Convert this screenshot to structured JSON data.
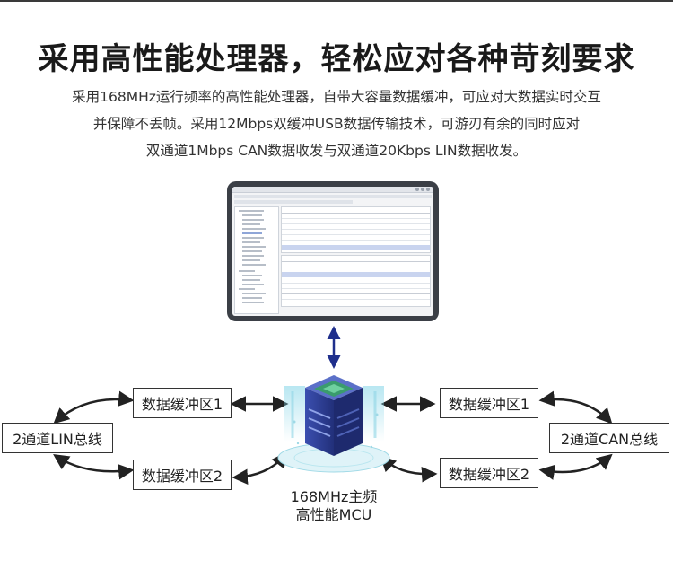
{
  "header": {
    "title": "采用高性能处理器，轻松应对各种苛刻要求",
    "lines": [
      "采用168MHz运行频率的高性能处理器，自带大容量数据缓冲，可应对大数据实时交互",
      "并保障不丢帧。采用12Mbps双缓冲USB数据传输技术，可游刃有余的同时应对",
      "双通道1Mbps CAN数据收发与双通道20Kbps LIN数据收发。"
    ]
  },
  "diagram": {
    "left_bus": "2通道LIN总线",
    "right_bus": "2通道CAN总线",
    "buffer1": "数据缓冲区1",
    "buffer2": "数据缓冲区2",
    "mcu_line1": "168MHz主频",
    "mcu_line2": "高性能MCU"
  },
  "colors": {
    "arrow": "#222222",
    "vertical_arrow": "#1f2f8c",
    "chip_top": "#3a9c6d",
    "server_body": "#2d3a8f"
  }
}
